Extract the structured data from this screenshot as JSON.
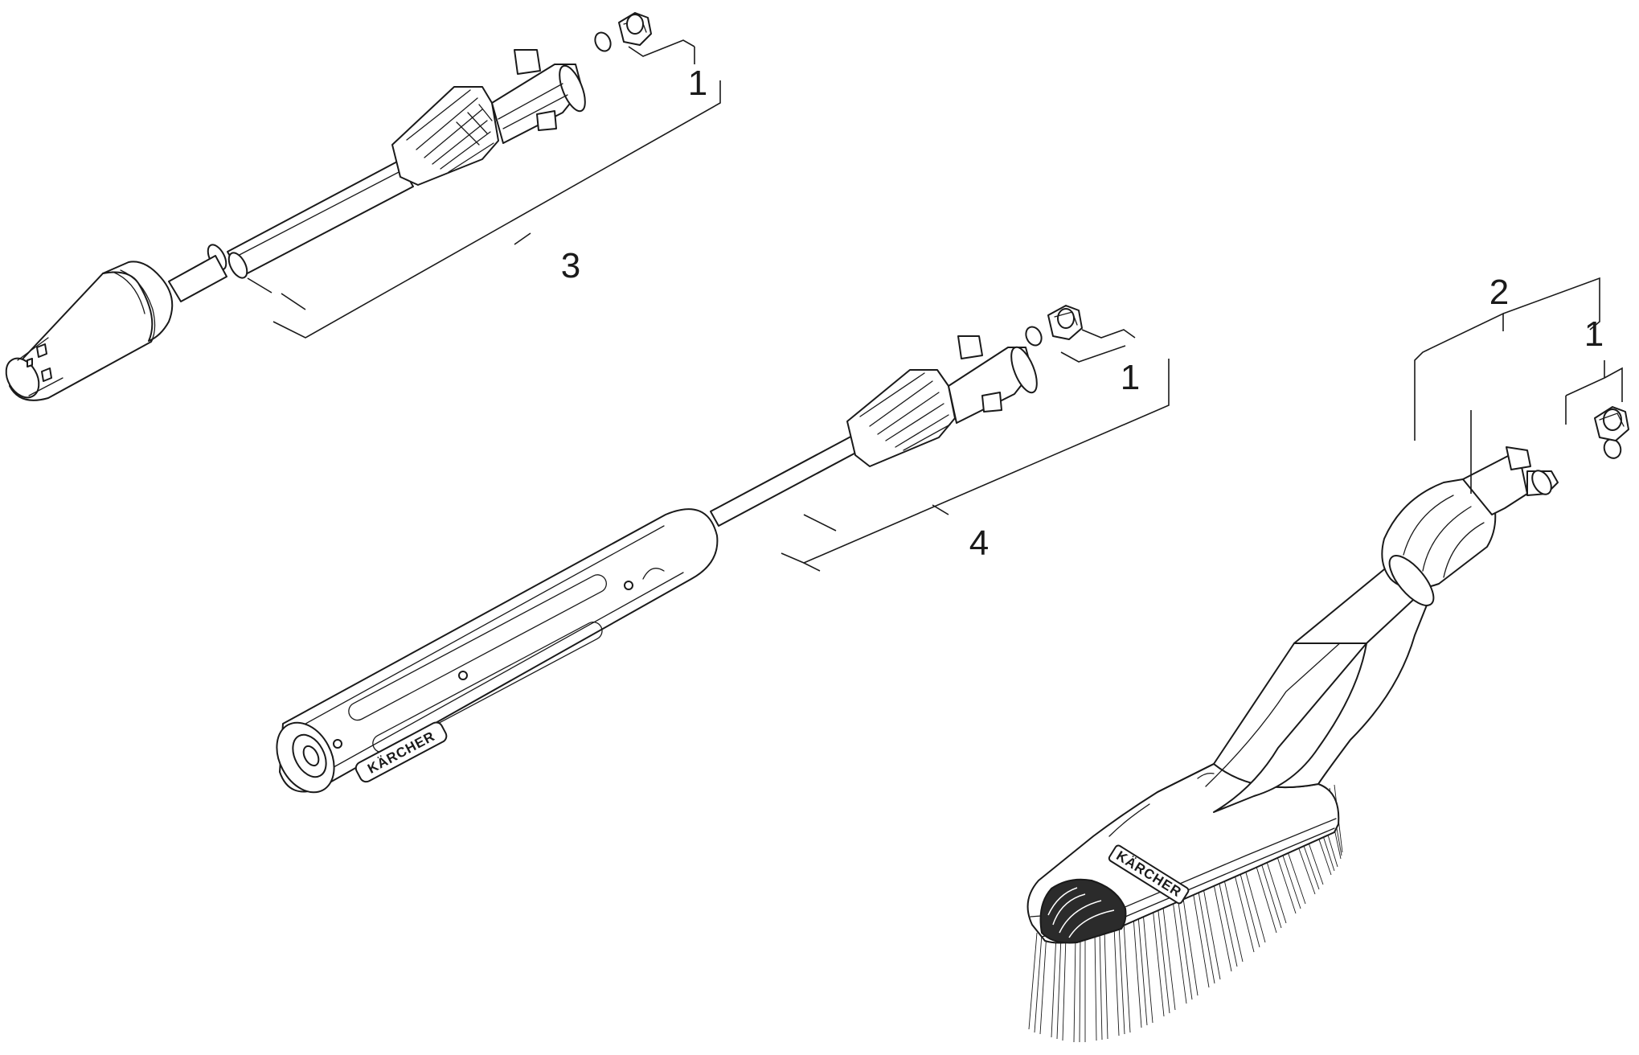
{
  "callouts": {
    "c3_1": "1",
    "c3": "3",
    "c4_1": "1",
    "c4": "4",
    "c2_1": "1",
    "c2": "2"
  },
  "brand": {
    "lance": "KÄRCHER",
    "brush": "KÄRCHER"
  },
  "colors": {
    "ink": "#1a1a1a",
    "background": "#ffffff",
    "dark_fill": "#2b2b2b"
  }
}
